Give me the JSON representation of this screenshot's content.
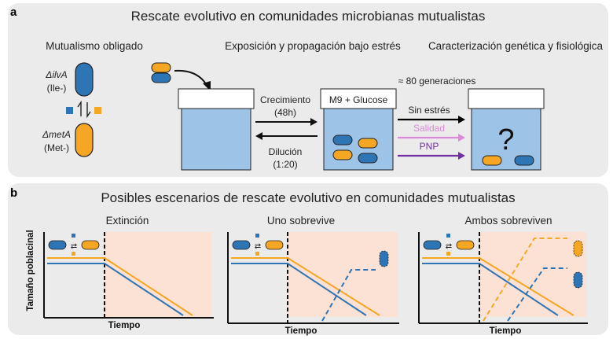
{
  "panel_a": {
    "letter": "a",
    "title": "Rescate evolutivo en comunidades microbianas mutualistas",
    "col1": "Mutualismo obligado",
    "col2": "Exposición y propagación bajo estrés",
    "col3": "Caracterización genética y fisiológica",
    "strain1_gene": "ΔilvA",
    "strain1_aux": "(Ile-)",
    "strain2_gene": "ΔmetA",
    "strain2_aux": "(Met-)",
    "growth_label": "Crecimiento",
    "growth_time": "(48h)",
    "dilution_label": "Dilución",
    "dilution_ratio": "(1:20)",
    "medium": "M9 + Glucose",
    "generations": "≈ 80 generaciones",
    "conditions": [
      {
        "label": "Sin estrés",
        "color": "#000000"
      },
      {
        "label": "Salidad",
        "color": "#d98ad9"
      },
      {
        "label": "PNP",
        "color": "#7030a0"
      }
    ],
    "unknown": "?"
  },
  "panel_b": {
    "letter": "b",
    "title": "Posibles escenarios de rescate evolutivo en comunidades mutualistas",
    "ylabel": "Tamaño poblacinal",
    "xlabel": "Tiempo",
    "scenarios": [
      "Extinción",
      "Uno sobrevive",
      "Ambos sobreviven"
    ]
  },
  "colors": {
    "blue": "#2e75b6",
    "orange": "#f5a623",
    "tube": "#9dc3e6",
    "stress": "#fbe2d5",
    "panel_bg": "#ebebeb"
  }
}
